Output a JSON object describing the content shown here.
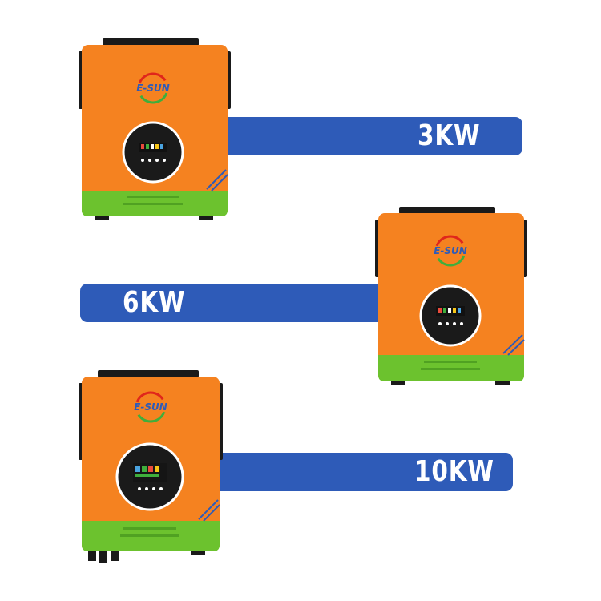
{
  "brand": {
    "name": "E-SUN"
  },
  "colors": {
    "band": "#2e5bb8",
    "body": "#f58220",
    "base": "#6cc22e",
    "bracket": "#1a1a1a"
  },
  "products": [
    {
      "power_label": "3KW"
    },
    {
      "power_label": "6KW"
    },
    {
      "power_label": "10KW"
    }
  ]
}
